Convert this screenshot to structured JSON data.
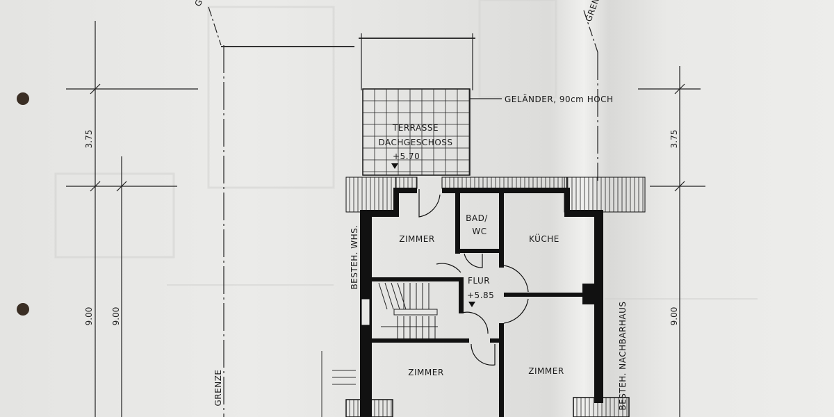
{
  "drawing": {
    "rooms": {
      "terrace_title": "TERRASSE",
      "terrace_subtitle": "DACHGESCHOSS",
      "terrace_level": "+5.70",
      "room_top_left": "ZIMMER",
      "bath_line1": "BAD/",
      "bath_line2": "WC",
      "kitchen": "KÜCHE",
      "hall": "FLUR",
      "hall_level": "+5.85",
      "room_bottom_left": "ZIMMER",
      "room_bottom_right": "ZIMMER"
    },
    "annotations": {
      "railing": "GELÄNDER, 90cm HOCH",
      "existing_house_left": "BESTEH. WHS.",
      "existing_house_right": "BESTEH. NACHBARHAUS",
      "boundary_left": "GRENZE",
      "boundary_top_right": "GRENZE",
      "boundary_top_left": "GR"
    },
    "dimensions": {
      "left_upper": "3.75",
      "left_lower": "9.00",
      "left_lower_inner": "9.00",
      "right_upper": "3.75",
      "right_lower": "9.00"
    },
    "colors": {
      "paper": "#e6e6e4",
      "ink": "#111111"
    }
  }
}
